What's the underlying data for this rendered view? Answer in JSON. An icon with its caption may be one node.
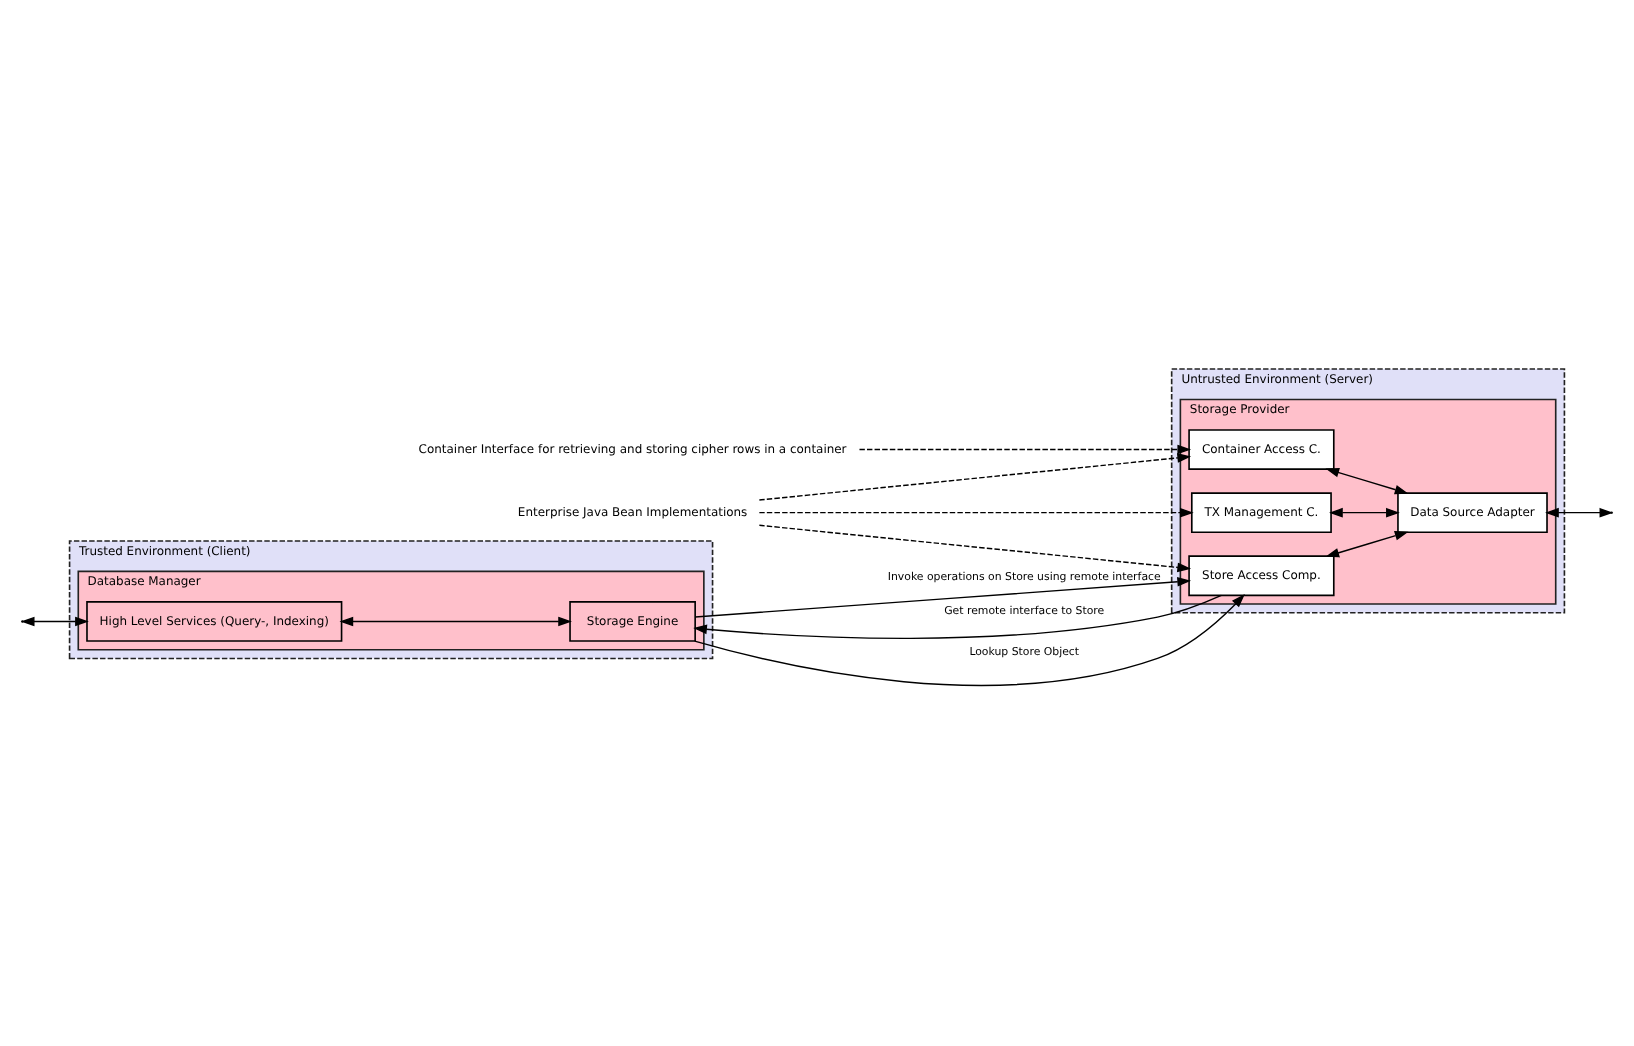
{
  "diagram": {
    "nodes": [
      {
        "text": [
          "Trusted Environment (Client)"
        ]
      },
      {
        "text": [
          "Database Manager"
        ],
        "in": 0
      },
      {
        "text": [
          "High Level Services (Query-, Indexing)"
        ],
        "in": 1
      },
      {
        "text": [
          "Storage Engine"
        ],
        "in": 1
      },
      {
        "text": [
          "Untrusted Environment (Server)"
        ]
      },
      {
        "text": [
          "Storage Provider"
        ],
        "in": 4
      },
      {
        "text": [
          "Store Access Comp."
        ],
        "in": 5
      },
      {
        "text": [
          "Container Access C."
        ],
        "in": 5
      },
      {
        "text": [
          "TX Management C."
        ],
        "in": 5
      },
      {
        "text": [
          "Data Source Adapter"
        ],
        "in": 5
      },
      {
        "text": [
          "Enterprise Java Bean Implementations"
        ]
      },
      {
        "text": [
          "Container Interface for retrieving and storing cipher rows in a container"
        ]
      }
    ],
    "edges": [
      {
        "from": null,
        "to": 2,
        "arrow": "both"
      },
      {
        "from": 2,
        "to": 3,
        "arrow": "both"
      },
      {
        "from": 3,
        "to": 6,
        "arrow": "to",
        "label": "Lookup Store Object"
      },
      {
        "from": 6,
        "to": 3,
        "arrow": "to",
        "label": "Get remote interface to Store"
      },
      {
        "from": 3,
        "to": 6,
        "arrow": "to",
        "label": "Invoke operations on Store using remote interface"
      },
      {
        "from": 6,
        "to": 9,
        "arrow": "both"
      },
      {
        "from": 7,
        "to": 9,
        "arrow": "both"
      },
      {
        "from": 8,
        "to": 9,
        "arrow": "both"
      },
      {
        "from": 9,
        "to": null,
        "arrow": "both"
      },
      {
        "from": 10,
        "to": 6,
        "arrow": "to",
        "style": "dashed"
      },
      {
        "from": 10,
        "to": 7,
        "arrow": "to",
        "style": "dashed"
      },
      {
        "from": 10,
        "to": 8,
        "arrow": "to",
        "style": "dashed"
      },
      {
        "from": 11,
        "to": 7,
        "arrow": "to",
        "style": "dashed"
      }
    ]
  }
}
